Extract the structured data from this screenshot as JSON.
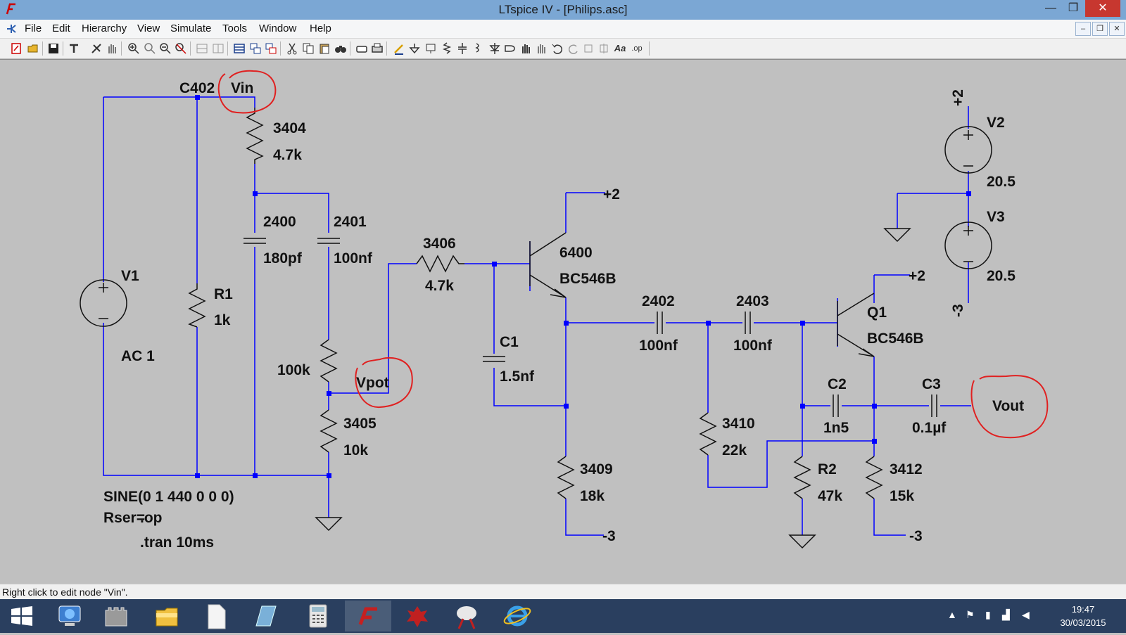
{
  "window": {
    "title": "LTspice IV - [Philips.asc]",
    "minimize_glyph": "—",
    "maximize_glyph": "❐",
    "close_glyph": "✕"
  },
  "menu": {
    "items": [
      "File",
      "Edit",
      "Hierarchy",
      "View",
      "Simulate",
      "Tools",
      "Window",
      "Help"
    ],
    "mdi": [
      "–",
      "❐",
      "✕"
    ]
  },
  "toolbar": {
    "buttons": [
      "new-schematic",
      "open",
      "save",
      "control-panel",
      "run",
      "halt",
      "zoom-in",
      "pan",
      "zoom-out",
      "zoom-fit",
      "tile-horizontal",
      "tile-vertical",
      "cascade",
      "close-all",
      "cut",
      "copy",
      "paste",
      "find",
      "print-setup",
      "print",
      "wire",
      "ground",
      "label-net",
      "resistor",
      "capacitor",
      "inductor",
      "diode",
      "component",
      "move",
      "drag",
      "undo",
      "redo",
      "rotate",
      "mirror",
      "text"
    ],
    "text_label": "Aa",
    "op_label": ".op"
  },
  "schematic": {
    "components": {
      "c402": "C402",
      "r3404_name": "3404",
      "r3404_value": "4.7k",
      "c2400_name": "2400",
      "c2400_value": "180pf",
      "c2401_name": "2401",
      "c2401_value": "100nf",
      "v1_name": "V1",
      "v1_value": "AC 1",
      "r1_name": "R1",
      "r1_value": "1k",
      "pot_value": "100k",
      "r3405_name": "3405",
      "r3405_value": "10k",
      "r3406_name": "3406",
      "r3406_value": "4.7k",
      "q6400_name": "6400",
      "q6400_model": "BC546B",
      "c1_name": "C1",
      "c1_value": "1.5nf",
      "r3409_name": "3409",
      "r3409_value": "18k",
      "c2402_name": "2402",
      "c2402_value": "100nf",
      "c2403_name": "2403",
      "c2403_value": "100nf",
      "r3410_name": "3410",
      "r3410_value": "22k",
      "q1_name": "Q1",
      "q1_model": "BC546B",
      "c2_name": "C2",
      "c2_value": "1n5",
      "c3_name": "C3",
      "c3_value": "0.1µf",
      "r2_name": "R2",
      "r2_value": "47k",
      "r3412_name": "3412",
      "r3412_value": "15k",
      "v2_name": "V2",
      "v2_value": "20.5",
      "v3_name": "V3",
      "v3_value": "20.5"
    },
    "nets": {
      "vin": "Vin",
      "vpot": "Vpot",
      "vout": "Vout",
      "plus2_a": "+2",
      "plus2_b": "+2",
      "plus2_top": "+2",
      "minus3_a": "-3",
      "minus3_b": "-3",
      "minus3_bottom": "-3"
    },
    "directives": {
      "sine": "SINE(0 1 440 0 0 0)",
      "rser": "Rser=",
      "op": ".op",
      "tran": ".tran 10ms"
    },
    "colors": {
      "wire": "#0000ff",
      "component": "#000000",
      "annotation": "#e02020",
      "background": "#c0c0c0"
    }
  },
  "status": {
    "message": "Right click to edit node \"Vin\"."
  },
  "taskbar": {
    "apps": [
      "start-button",
      "remote-desktop-app",
      "castle-app",
      "file-explorer-app",
      "document-app",
      "notepad-app",
      "calculator-app",
      "ltspice-app",
      "red-app",
      "paint-app",
      "internet-explorer-app"
    ],
    "time": "19:47",
    "date": "30/03/2015"
  }
}
